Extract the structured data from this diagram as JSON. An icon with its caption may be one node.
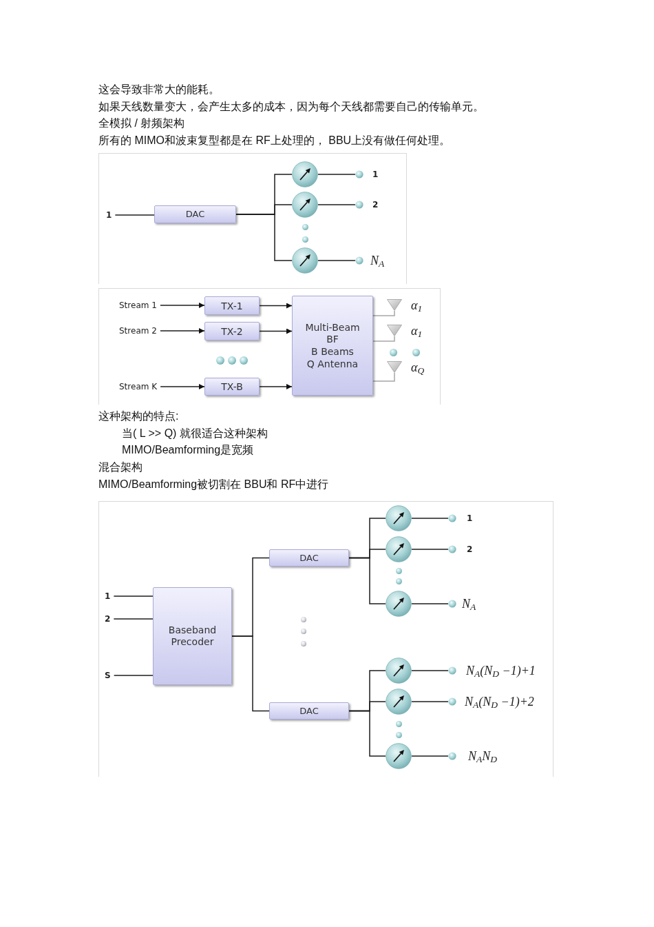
{
  "diagram": {
    "nodes": [
      {
        "text": [
          "1"
        ]
      },
      {
        "text": [
          "DAC"
        ]
      },
      {
        "text": [],
        "shape": "circle"
      },
      {
        "text": [],
        "shape": "circle"
      },
      {
        "text": [],
        "shape": "circle"
      },
      {
        "text": [],
        "shape": "circle",
        "beside": [
          "1"
        ]
      },
      {
        "text": [],
        "shape": "circle",
        "beside": [
          "2"
        ]
      },
      {
        "text": [],
        "shape": "circle",
        "beside": [
          "N$_{A}$"
        ]
      },
      {
        "text": [
          "Stream 1"
        ]
      },
      {
        "text": [
          "TX-1"
        ]
      },
      {
        "text": [
          "Stream 2"
        ]
      },
      {
        "text": [
          "TX-2"
        ]
      },
      {
        "text": [
          "Stream K"
        ]
      },
      {
        "text": [
          "TX-B"
        ]
      },
      {
        "text": [
          "Multi-Beam BF",
          "B Beams",
          "Q Antenna"
        ]
      },
      {
        "text": [],
        "shape": "triangle",
        "beside": [
          "α$_{1}$"
        ]
      },
      {
        "text": [],
        "shape": "triangle",
        "beside": [
          "α$_{1}$"
        ]
      },
      {
        "text": [],
        "shape": "triangle",
        "beside": [
          "α$_{Q}$"
        ]
      },
      {
        "text": [
          "1"
        ]
      },
      {
        "text": [
          "2"
        ]
      },
      {
        "text": [
          "S"
        ]
      },
      {
        "text": [
          "Baseband Precoder"
        ]
      },
      {
        "text": [
          "DAC"
        ]
      },
      {
        "text": [
          "DAC"
        ]
      },
      {
        "text": [],
        "shape": "circle"
      },
      {
        "text": [],
        "shape": "circle"
      },
      {
        "text": [],
        "shape": "circle"
      },
      {
        "text": [],
        "shape": "circle",
        "beside": [
          "1"
        ]
      },
      {
        "text": [],
        "shape": "circle",
        "beside": [
          "2"
        ]
      },
      {
        "text": [],
        "shape": "circle",
        "beside": [
          "N$_{A}$"
        ]
      },
      {
        "text": [],
        "shape": "circle"
      },
      {
        "text": [],
        "shape": "circle"
      },
      {
        "text": [],
        "shape": "circle"
      },
      {
        "text": [],
        "shape": "circle",
        "beside": [
          "N$_{A}$(N$_{D}$ −1)+1"
        ]
      },
      {
        "text": [],
        "shape": "circle",
        "beside": [
          "N$_{A}$(N$_{D}$ −1)+2"
        ]
      },
      {
        "text": [],
        "shape": "circle",
        "beside": [
          "N$_{A}$N$_{D}$"
        ]
      }
    ],
    "edges": [
      {
        "from": 0,
        "to": 1,
        "arrow": "none"
      },
      {
        "from": 1,
        "to": 2,
        "arrow": "none"
      },
      {
        "from": 1,
        "to": 3,
        "arrow": "none"
      },
      {
        "from": 1,
        "to": 4,
        "arrow": "none"
      },
      {
        "from": 2,
        "to": 5,
        "arrow": "none"
      },
      {
        "from": 3,
        "to": 6,
        "arrow": "none"
      },
      {
        "from": 4,
        "to": 7,
        "arrow": "none"
      },
      {
        "from": 8,
        "to": 9,
        "arrow": "to"
      },
      {
        "from": 9,
        "to": 14,
        "arrow": "to"
      },
      {
        "from": 10,
        "to": 11,
        "arrow": "to"
      },
      {
        "from": 11,
        "to": 14,
        "arrow": "to"
      },
      {
        "from": 12,
        "to": 13,
        "arrow": "to"
      },
      {
        "from": 13,
        "to": 14,
        "arrow": "to"
      },
      {
        "from": 14,
        "to": 15,
        "arrow": "none",
        "color": "#a6a6a6"
      },
      {
        "from": 14,
        "to": 16,
        "arrow": "none",
        "color": "#a6a6a6"
      },
      {
        "from": 14,
        "to": 17,
        "arrow": "none",
        "color": "#a6a6a6"
      },
      {
        "from": 18,
        "to": 21,
        "arrow": "none"
      },
      {
        "from": 19,
        "to": 21,
        "arrow": "none"
      },
      {
        "from": 20,
        "to": 21,
        "arrow": "none"
      },
      {
        "from": 21,
        "to": 22,
        "arrow": "none"
      },
      {
        "from": 21,
        "to": 23,
        "arrow": "none"
      },
      {
        "from": 22,
        "to": 24,
        "arrow": "none"
      },
      {
        "from": 22,
        "to": 25,
        "arrow": "none"
      },
      {
        "from": 22,
        "to": 26,
        "arrow": "none"
      },
      {
        "from": 23,
        "to": 30,
        "arrow": "none"
      },
      {
        "from": 23,
        "to": 31,
        "arrow": "none"
      },
      {
        "from": 23,
        "to": 32,
        "arrow": "none"
      },
      {
        "from": 24,
        "to": 27,
        "arrow": "none"
      },
      {
        "from": 25,
        "to": 28,
        "arrow": "none"
      },
      {
        "from": 26,
        "to": 29,
        "arrow": "none"
      },
      {
        "from": 30,
        "to": 33,
        "arrow": "none"
      },
      {
        "from": 31,
        "to": 34,
        "arrow": "none"
      },
      {
        "from": 32,
        "to": 35,
        "arrow": "none"
      }
    ],
    "labels": [
      "这会导致非常大的能耗。",
      "如果天线数量变大，会产生太多的成本，因为每个天线都需要自己的传输单元。",
      "全模拟 / 射频架构",
      "所有的 MIMO和波束复型都是在 RF上处理的， BBU上没有做任何处理。",
      "这种架构的特点:",
      "当( L >> Q) 就很适合这种架构",
      "MIMO/Beamforming是宽频",
      "混合架构",
      "MIMO/Beamforming被切割在 BBU和 RF中进行"
    ]
  }
}
